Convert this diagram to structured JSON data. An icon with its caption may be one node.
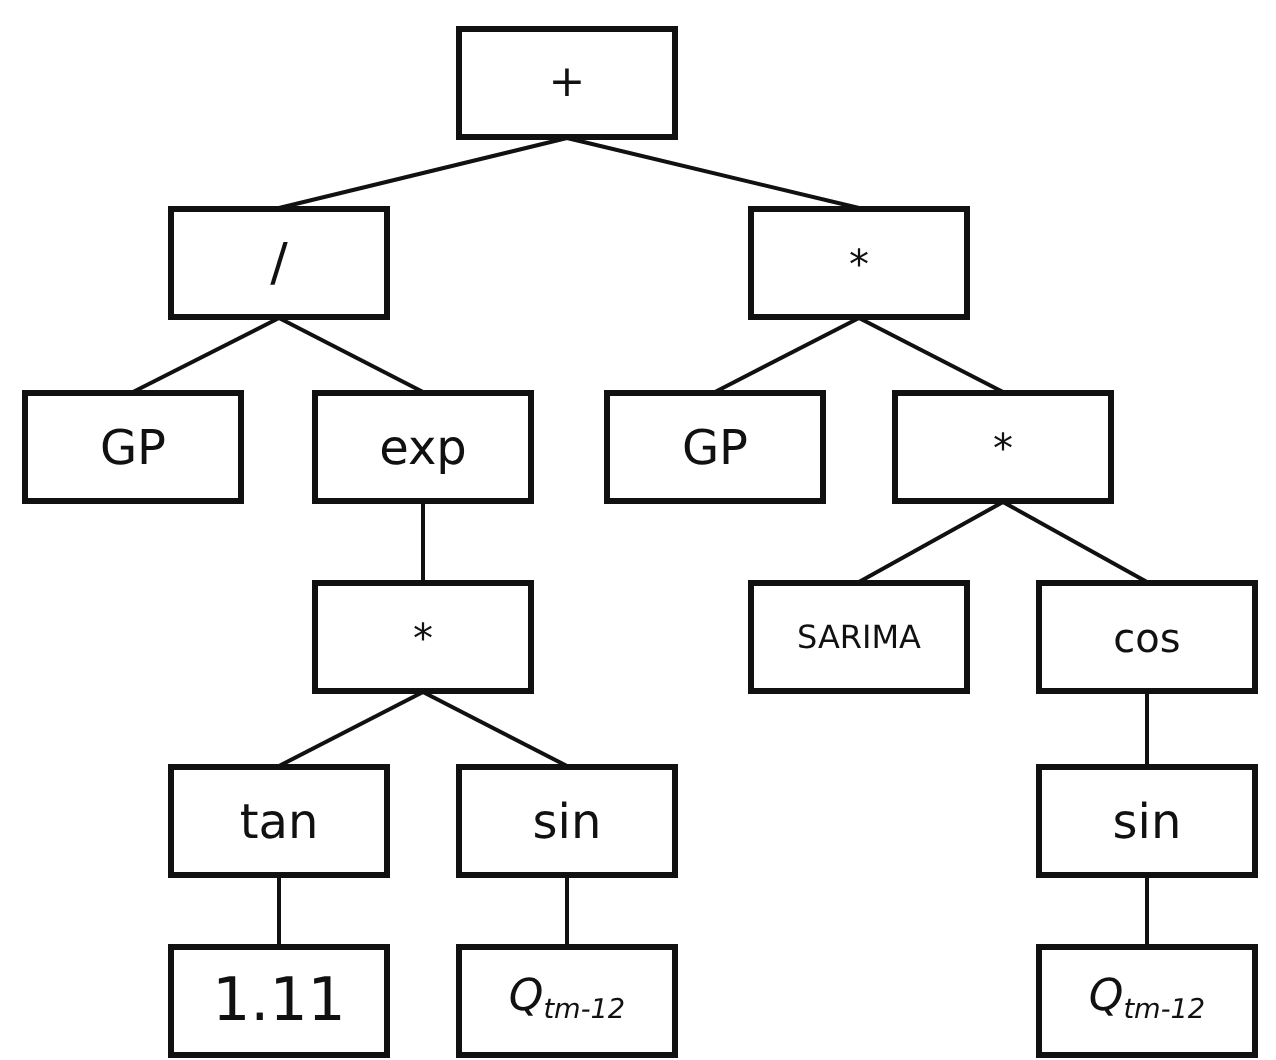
{
  "diagram": {
    "nodes": [
      {
        "text": [
          "+"
        ]
      },
      {
        "text": [
          "/"
        ]
      },
      {
        "text": [
          "*"
        ]
      },
      {
        "text": [
          "GP"
        ]
      },
      {
        "text": [
          "exp"
        ]
      },
      {
        "text": [
          "GP"
        ]
      },
      {
        "text": [
          "*"
        ]
      },
      {
        "text": [
          "*"
        ]
      },
      {
        "text": [
          "SARIMA"
        ]
      },
      {
        "text": [
          "cos"
        ]
      },
      {
        "text": [
          "tan"
        ]
      },
      {
        "text": [
          "sin"
        ]
      },
      {
        "text": [
          "sin"
        ]
      },
      {
        "text": [
          "1.11"
        ]
      },
      {
        "text": [
          "*Q$_{tm-12}$*"
        ]
      },
      {
        "text": [
          "*Q$_{tm-12}$*"
        ]
      }
    ],
    "edges": [
      {
        "from": 0,
        "to": 1,
        "arrow": "none"
      },
      {
        "from": 0,
        "to": 2,
        "arrow": "none"
      },
      {
        "from": 1,
        "to": 3,
        "arrow": "none"
      },
      {
        "from": 1,
        "to": 4,
        "arrow": "none"
      },
      {
        "from": 2,
        "to": 5,
        "arrow": "none"
      },
      {
        "from": 2,
        "to": 6,
        "arrow": "none"
      },
      {
        "from": 4,
        "to": 7,
        "arrow": "none"
      },
      {
        "from": 6,
        "to": 8,
        "arrow": "none"
      },
      {
        "from": 6,
        "to": 9,
        "arrow": "none"
      },
      {
        "from": 7,
        "to": 10,
        "arrow": "none"
      },
      {
        "from": 7,
        "to": 11,
        "arrow": "none"
      },
      {
        "from": 9,
        "to": 12,
        "arrow": "none"
      },
      {
        "from": 10,
        "to": 13,
        "arrow": "none"
      },
      {
        "from": 11,
        "to": 14,
        "arrow": "none"
      },
      {
        "from": 12,
        "to": 15,
        "arrow": "none"
      }
    ]
  }
}
